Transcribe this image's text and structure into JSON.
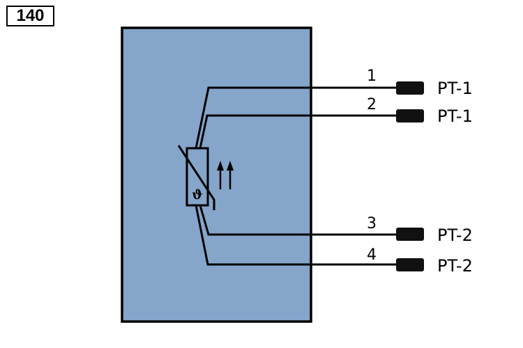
{
  "figure": {
    "number": "140"
  },
  "component": {
    "symbol": "ϑ",
    "fill_color": "#85a5ca"
  },
  "connections": [
    {
      "wire": "1",
      "pin": "PT-1"
    },
    {
      "wire": "2",
      "pin": "PT-1"
    },
    {
      "wire": "3",
      "pin": "PT-2"
    },
    {
      "wire": "4",
      "pin": "PT-2"
    }
  ]
}
